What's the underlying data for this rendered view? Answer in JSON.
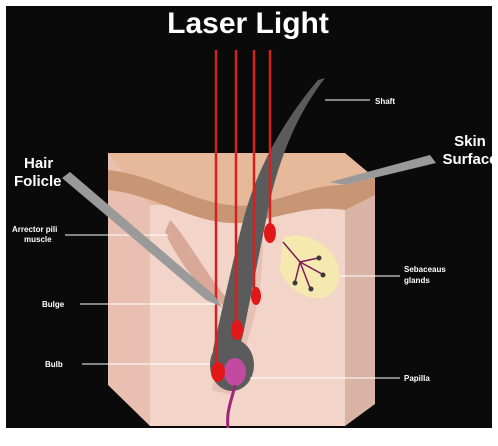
{
  "title": "Laser Light",
  "labels": {
    "shaft": "Shaft",
    "skin_surface_1": "Skin",
    "skin_surface_2": "Surface",
    "hair_follicle_1": "Hair",
    "hair_follicle_2": "Folicle",
    "arrector_1": "Arrector pili",
    "arrector_2": "muscle",
    "sebaceous_1": "Sebaceaus",
    "sebaceous_2": "glands",
    "bulge": "Bulge",
    "bulb": "Bulb",
    "papilla": "Papilla"
  },
  "colors": {
    "background": "#0a0a0a",
    "laser": "#d62020",
    "hair": "#5b5b5b",
    "skin_top": "#e8bfa3",
    "dermis": "#f2d4c9",
    "gland": "#f6e9b0",
    "papilla": "#c24aa0",
    "nerve": "#a0237a"
  }
}
